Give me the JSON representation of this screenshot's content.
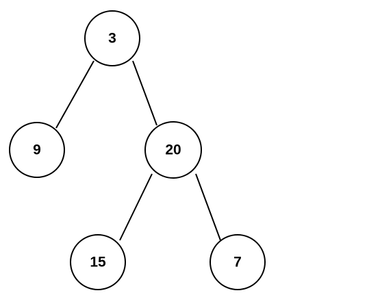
{
  "diagram": {
    "type": "binary-tree",
    "nodes": [
      {
        "id": "n3",
        "label": "3"
      },
      {
        "id": "n9",
        "label": "9"
      },
      {
        "id": "n20",
        "label": "20"
      },
      {
        "id": "n15",
        "label": "15"
      },
      {
        "id": "n7",
        "label": "7"
      }
    ],
    "edges": [
      {
        "from": "n3",
        "to": "n9"
      },
      {
        "from": "n3",
        "to": "n20"
      },
      {
        "from": "n20",
        "to": "n15"
      },
      {
        "from": "n20",
        "to": "n7"
      }
    ]
  }
}
